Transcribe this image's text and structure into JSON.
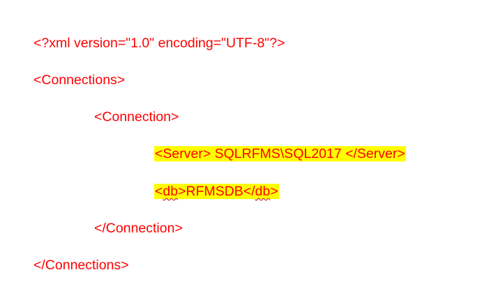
{
  "document": {
    "text_color": "#ff0000",
    "highlight_color": "#ffff00",
    "lines": [
      {
        "text": "<?xml version=\"1.0\" encoding=\"UTF-8\"?>",
        "indent": 0,
        "highlighted": false
      },
      {
        "text": "<Connections>",
        "indent": 0,
        "highlighted": false
      },
      {
        "text": "<Connection>",
        "indent": 1,
        "highlighted": false
      },
      {
        "text": "<Server> SQLRFMS\\SQL2017 </Server>",
        "indent": 2,
        "highlighted": true
      },
      {
        "db_open_lt": "<",
        "db_open_tag": "db",
        "db_open_gt": ">",
        "db_value": "RFMSDB",
        "db_close_lt": "</",
        "db_close_tag": "db",
        "db_close_gt": ">",
        "indent": 2,
        "highlighted": true,
        "spellcheck_flagged": [
          "db"
        ]
      },
      {
        "text": "</Connection>",
        "indent": 1,
        "highlighted": false
      },
      {
        "text": "</Connections>",
        "indent": 0,
        "highlighted": false
      }
    ]
  }
}
